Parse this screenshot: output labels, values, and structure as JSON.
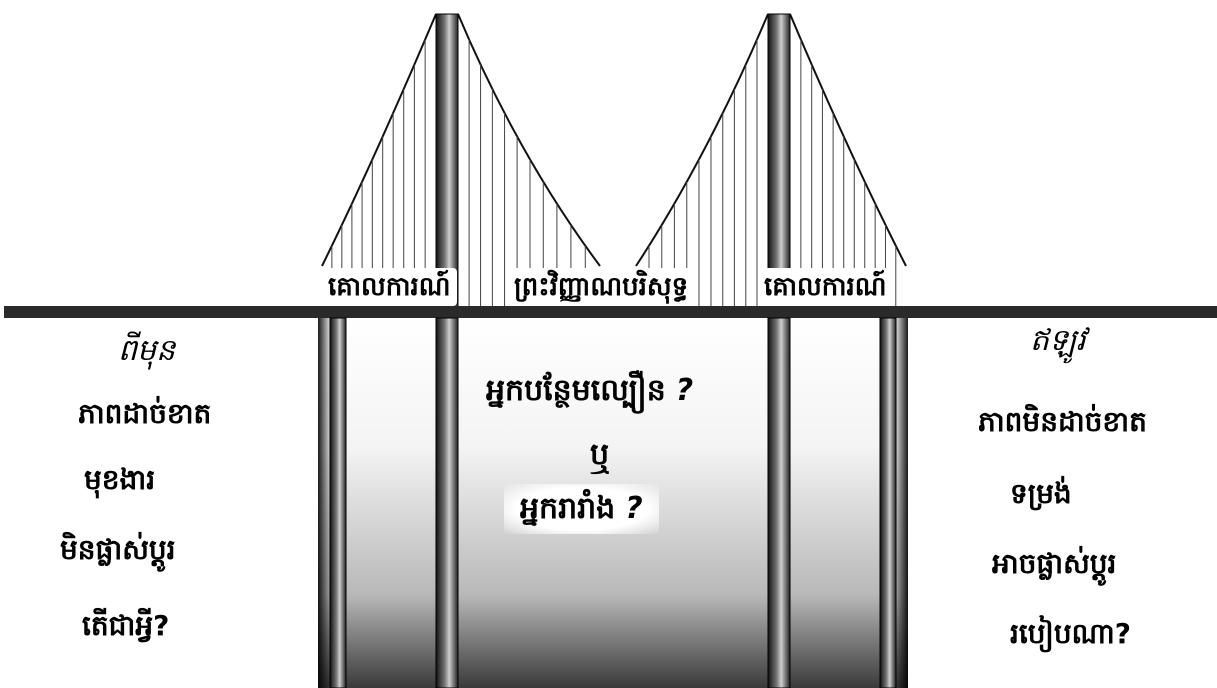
{
  "deck_labels": {
    "left": "គោលការណ៍",
    "middle": "ព្រះវិញ្ញាណបរិសុទ្ធ",
    "right": "គោលការណ៍"
  },
  "left_panel": {
    "heading": "ពីមុន",
    "lines": [
      "ភាពដាច់ខាត",
      "មុខងារ",
      "មិនផ្លាស់ប្តូរ",
      "តើជាអ្វី?"
    ]
  },
  "right_panel": {
    "heading": "ឥឡូវ",
    "lines": [
      "ភាពមិនដាច់ខាត",
      "ទម្រង់",
      "អាចផ្លាស់ប្តូរ",
      "របៀបណា?"
    ]
  },
  "center": {
    "line1": "អ្នកបន្ថែមល្បឿន",
    "line1_mark": "?",
    "connector": "ឬ",
    "line2": "អ្នករារាំង",
    "line2_mark": "?"
  }
}
